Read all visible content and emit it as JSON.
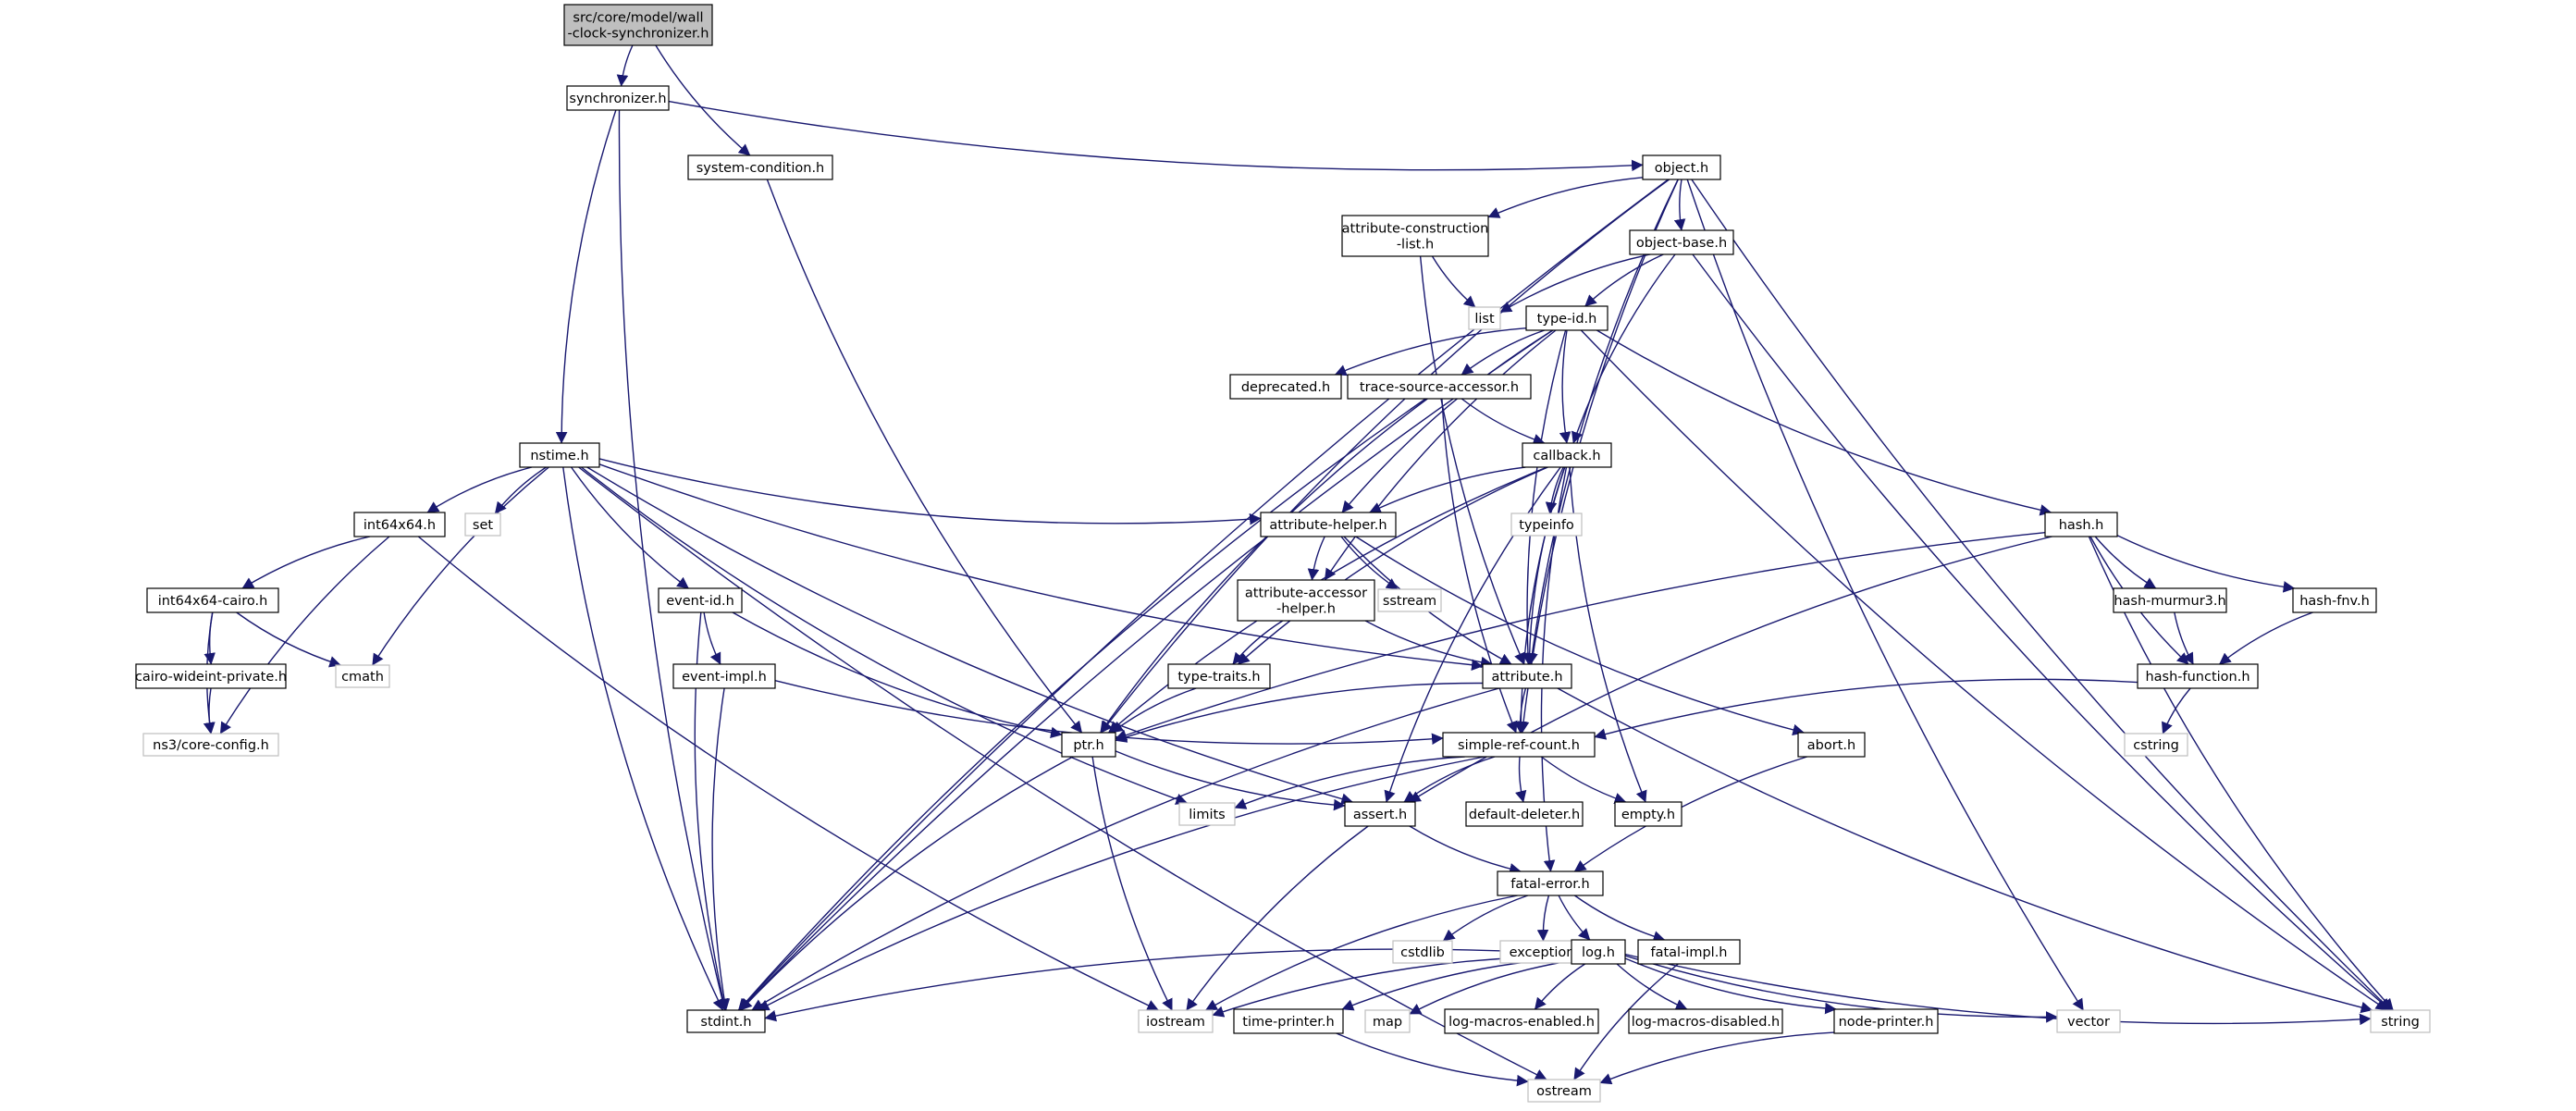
{
  "graph": {
    "colors": {
      "edge": "#191970",
      "node_border": "#000000",
      "system_border": "#bfbfbf",
      "root_fill": "#bfbfbf",
      "node_fill": "#ffffff"
    },
    "nodes": {
      "root": {
        "label": [
          "src/core/model/wall",
          "-clock-synchronizer.h"
        ],
        "kind": "root"
      },
      "sync": {
        "label": [
          "synchronizer.h"
        ],
        "kind": "file"
      },
      "syscond": {
        "label": [
          "system-condition.h"
        ],
        "kind": "file"
      },
      "object": {
        "label": [
          "object.h"
        ],
        "kind": "file"
      },
      "attrcons": {
        "label": [
          "attribute-construction",
          "-list.h"
        ],
        "kind": "file"
      },
      "objbase": {
        "label": [
          "object-base.h"
        ],
        "kind": "file"
      },
      "list": {
        "label": [
          "list"
        ],
        "kind": "system"
      },
      "typeid": {
        "label": [
          "type-id.h"
        ],
        "kind": "file"
      },
      "deprecated": {
        "label": [
          "deprecated.h"
        ],
        "kind": "file"
      },
      "tsa": {
        "label": [
          "trace-source-accessor.h"
        ],
        "kind": "file"
      },
      "nstime": {
        "label": [
          "nstime.h"
        ],
        "kind": "file"
      },
      "int64x64": {
        "label": [
          "int64x64.h"
        ],
        "kind": "file"
      },
      "set": {
        "label": [
          "set"
        ],
        "kind": "system"
      },
      "callback": {
        "label": [
          "callback.h"
        ],
        "kind": "file"
      },
      "typeinfo": {
        "label": [
          "typeinfo"
        ],
        "kind": "system"
      },
      "hash": {
        "label": [
          "hash.h"
        ],
        "kind": "file"
      },
      "attrhelper": {
        "label": [
          "attribute-helper.h"
        ],
        "kind": "file"
      },
      "int64cairo": {
        "label": [
          "int64x64-cairo.h"
        ],
        "kind": "file"
      },
      "eventid": {
        "label": [
          "event-id.h"
        ],
        "kind": "file"
      },
      "sstream": {
        "label": [
          "sstream"
        ],
        "kind": "system"
      },
      "attracc": {
        "label": [
          "attribute-accessor",
          "-helper.h"
        ],
        "kind": "file"
      },
      "murmur": {
        "label": [
          "hash-murmur3.h"
        ],
        "kind": "file"
      },
      "fnv": {
        "label": [
          "hash-fnv.h"
        ],
        "kind": "file"
      },
      "cairowide": {
        "label": [
          "cairo-wideint-private.h"
        ],
        "kind": "file"
      },
      "cmath": {
        "label": [
          "cmath"
        ],
        "kind": "system"
      },
      "eventimpl": {
        "label": [
          "event-impl.h"
        ],
        "kind": "file"
      },
      "typetraits": {
        "label": [
          "type-traits.h"
        ],
        "kind": "file"
      },
      "attribute": {
        "label": [
          "attribute.h"
        ],
        "kind": "file"
      },
      "hashfn": {
        "label": [
          "hash-function.h"
        ],
        "kind": "file"
      },
      "nsconfig": {
        "label": [
          "ns3/core-config.h"
        ],
        "kind": "system"
      },
      "ptr": {
        "label": [
          "ptr.h"
        ],
        "kind": "file"
      },
      "simpleref": {
        "label": [
          "simple-ref-count.h"
        ],
        "kind": "file"
      },
      "abort": {
        "label": [
          "abort.h"
        ],
        "kind": "file"
      },
      "cstring": {
        "label": [
          "cstring"
        ],
        "kind": "system"
      },
      "limits": {
        "label": [
          "limits"
        ],
        "kind": "system"
      },
      "assert": {
        "label": [
          "assert.h"
        ],
        "kind": "file"
      },
      "defdel": {
        "label": [
          "default-deleter.h"
        ],
        "kind": "file"
      },
      "empty": {
        "label": [
          "empty.h"
        ],
        "kind": "file"
      },
      "fatalerr": {
        "label": [
          "fatal-error.h"
        ],
        "kind": "file"
      },
      "cstdlib": {
        "label": [
          "cstdlib"
        ],
        "kind": "system"
      },
      "exception": {
        "label": [
          "exception"
        ],
        "kind": "system"
      },
      "log": {
        "label": [
          "log.h"
        ],
        "kind": "file"
      },
      "fatalimpl": {
        "label": [
          "fatal-impl.h"
        ],
        "kind": "file"
      },
      "stdint": {
        "label": [
          "stdint.h"
        ],
        "kind": "file"
      },
      "iostream": {
        "label": [
          "iostream"
        ],
        "kind": "system"
      },
      "timeprinter": {
        "label": [
          "time-printer.h"
        ],
        "kind": "file"
      },
      "map": {
        "label": [
          "map"
        ],
        "kind": "system"
      },
      "logen": {
        "label": [
          "log-macros-enabled.h"
        ],
        "kind": "file"
      },
      "logdis": {
        "label": [
          "log-macros-disabled.h"
        ],
        "kind": "file"
      },
      "nodeprinter": {
        "label": [
          "node-printer.h"
        ],
        "kind": "file"
      },
      "vector": {
        "label": [
          "vector"
        ],
        "kind": "system"
      },
      "string": {
        "label": [
          "string"
        ],
        "kind": "system"
      },
      "ostream": {
        "label": [
          "ostream"
        ],
        "kind": "system"
      }
    },
    "edges": [
      [
        "root",
        "sync"
      ],
      [
        "root",
        "syscond"
      ],
      [
        "sync",
        "object"
      ],
      [
        "sync",
        "nstime"
      ],
      [
        "sync",
        "stdint"
      ],
      [
        "syscond",
        "ptr"
      ],
      [
        "object",
        "attrcons"
      ],
      [
        "object",
        "objbase"
      ],
      [
        "object",
        "ptr"
      ],
      [
        "object",
        "attribute"
      ],
      [
        "object",
        "simpleref"
      ],
      [
        "object",
        "stdint"
      ],
      [
        "object",
        "string"
      ],
      [
        "object",
        "vector"
      ],
      [
        "attrcons",
        "list"
      ],
      [
        "attrcons",
        "attribute"
      ],
      [
        "objbase",
        "list"
      ],
      [
        "objbase",
        "typeid"
      ],
      [
        "objbase",
        "callback"
      ],
      [
        "objbase",
        "string"
      ],
      [
        "typeid",
        "deprecated"
      ],
      [
        "typeid",
        "tsa"
      ],
      [
        "typeid",
        "callback"
      ],
      [
        "typeid",
        "attrhelper"
      ],
      [
        "typeid",
        "attracc"
      ],
      [
        "typeid",
        "attribute"
      ],
      [
        "typeid",
        "hash"
      ],
      [
        "typeid",
        "stdint"
      ],
      [
        "typeid",
        "string"
      ],
      [
        "tsa",
        "callback"
      ],
      [
        "tsa",
        "ptr"
      ],
      [
        "tsa",
        "simpleref"
      ],
      [
        "tsa",
        "stdint"
      ],
      [
        "nstime",
        "int64x64"
      ],
      [
        "nstime",
        "set"
      ],
      [
        "nstime",
        "cmath"
      ],
      [
        "nstime",
        "eventid"
      ],
      [
        "nstime",
        "attrhelper"
      ],
      [
        "nstime",
        "attribute"
      ],
      [
        "nstime",
        "assert"
      ],
      [
        "nstime",
        "limits"
      ],
      [
        "nstime",
        "stdint"
      ],
      [
        "nstime",
        "ostream"
      ],
      [
        "int64x64",
        "int64cairo"
      ],
      [
        "int64x64",
        "nsconfig"
      ],
      [
        "int64x64",
        "iostream"
      ],
      [
        "int64cairo",
        "cairowide"
      ],
      [
        "int64cairo",
        "cmath"
      ],
      [
        "int64cairo",
        "nsconfig"
      ],
      [
        "cairowide",
        "nsconfig"
      ],
      [
        "eventid",
        "eventimpl"
      ],
      [
        "eventid",
        "ptr"
      ],
      [
        "eventid",
        "stdint"
      ],
      [
        "eventimpl",
        "simpleref"
      ],
      [
        "eventimpl",
        "stdint"
      ],
      [
        "callback",
        "typeinfo"
      ],
      [
        "callback",
        "attrhelper"
      ],
      [
        "callback",
        "attribute"
      ],
      [
        "callback",
        "simpleref"
      ],
      [
        "callback",
        "ptr"
      ],
      [
        "callback",
        "typetraits"
      ],
      [
        "callback",
        "fatalerr"
      ],
      [
        "callback",
        "assert"
      ],
      [
        "callback",
        "empty"
      ],
      [
        "attrhelper",
        "sstream"
      ],
      [
        "attrhelper",
        "attracc"
      ],
      [
        "attrhelper",
        "attribute"
      ],
      [
        "attrhelper",
        "abort"
      ],
      [
        "attracc",
        "typetraits"
      ],
      [
        "attracc",
        "attribute"
      ],
      [
        "typetraits",
        "ptr"
      ],
      [
        "attribute",
        "ptr"
      ],
      [
        "attribute",
        "simpleref"
      ],
      [
        "attribute",
        "stdint"
      ],
      [
        "attribute",
        "string"
      ],
      [
        "hash",
        "murmur"
      ],
      [
        "hash",
        "fnv"
      ],
      [
        "hash",
        "hashfn"
      ],
      [
        "hash",
        "ptr"
      ],
      [
        "hash",
        "assert"
      ],
      [
        "hash",
        "string"
      ],
      [
        "murmur",
        "hashfn"
      ],
      [
        "fnv",
        "hashfn"
      ],
      [
        "hashfn",
        "cstring"
      ],
      [
        "hashfn",
        "simpleref"
      ],
      [
        "ptr",
        "assert"
      ],
      [
        "ptr",
        "iostream"
      ],
      [
        "ptr",
        "stdint"
      ],
      [
        "simpleref",
        "assert"
      ],
      [
        "simpleref",
        "defdel"
      ],
      [
        "simpleref",
        "empty"
      ],
      [
        "simpleref",
        "limits"
      ],
      [
        "simpleref",
        "stdint"
      ],
      [
        "abort",
        "fatalerr"
      ],
      [
        "assert",
        "fatalerr"
      ],
      [
        "assert",
        "iostream"
      ],
      [
        "fatalerr",
        "cstdlib"
      ],
      [
        "fatalerr",
        "exception"
      ],
      [
        "fatalerr",
        "log"
      ],
      [
        "fatalerr",
        "fatalimpl"
      ],
      [
        "fatalerr",
        "iostream"
      ],
      [
        "fatalimpl",
        "ostream"
      ],
      [
        "log",
        "stdint"
      ],
      [
        "log",
        "iostream"
      ],
      [
        "log",
        "timeprinter"
      ],
      [
        "log",
        "map"
      ],
      [
        "log",
        "logen"
      ],
      [
        "log",
        "logdis"
      ],
      [
        "log",
        "nodeprinter"
      ],
      [
        "log",
        "vector"
      ],
      [
        "log",
        "string"
      ],
      [
        "timeprinter",
        "ostream"
      ],
      [
        "nodeprinter",
        "ostream"
      ]
    ]
  }
}
